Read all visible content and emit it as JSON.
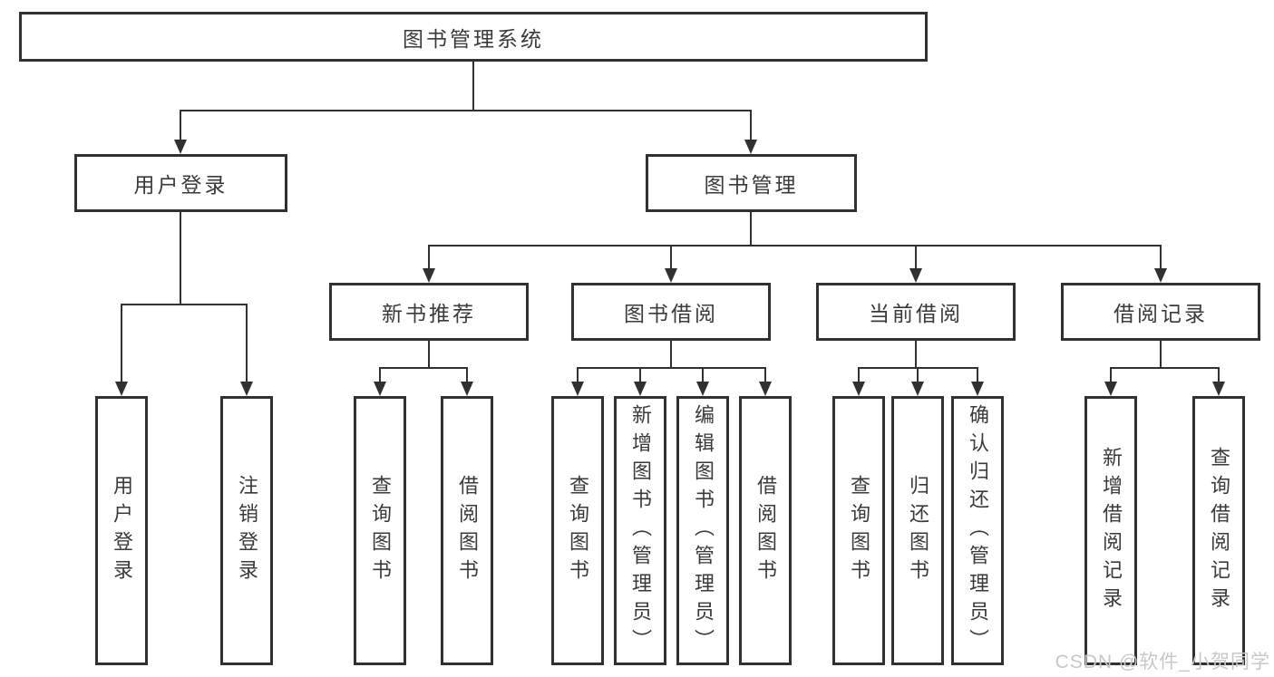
{
  "colors": {
    "line": "#313131",
    "box_border": "#313131",
    "text": "#3a3a3a",
    "watermark": "#c7c7c7",
    "background": "#ffffff"
  },
  "watermark": {
    "text": "CSDN @软件_小贺同学"
  },
  "tree": {
    "root": {
      "label": "图书管理系统"
    },
    "branches": [
      {
        "label": "用户登录",
        "children": [
          {
            "label": "用户登录"
          },
          {
            "label": "注销登录"
          }
        ]
      },
      {
        "label": "图书管理",
        "children": [
          {
            "label": "新书推荐",
            "children": [
              {
                "label": "查询图书"
              },
              {
                "label": "借阅图书"
              }
            ]
          },
          {
            "label": "图书借阅",
            "children": [
              {
                "label": "查询图书"
              },
              {
                "label": "新增图书（管理员）"
              },
              {
                "label": "编辑图书（管理员）"
              },
              {
                "label": "借阅图书"
              }
            ]
          },
          {
            "label": "当前借阅",
            "children": [
              {
                "label": "查询图书"
              },
              {
                "label": "归还图书"
              },
              {
                "label": "确认归还（管理员）"
              }
            ]
          },
          {
            "label": "借阅记录",
            "children": [
              {
                "label": "新增借阅记录"
              },
              {
                "label": "查询借阅记录"
              }
            ]
          }
        ]
      }
    ]
  }
}
